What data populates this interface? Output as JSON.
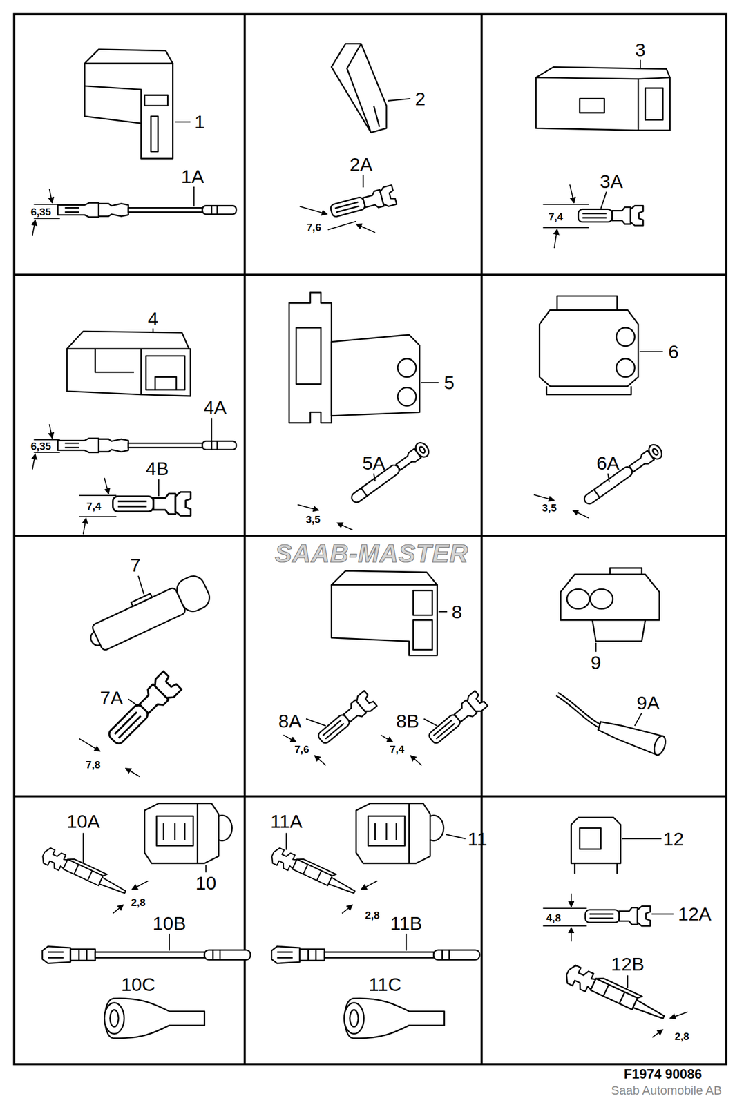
{
  "diagram": {
    "labels": [
      "1",
      "1A",
      "6,35",
      "2",
      "2A",
      "7,6",
      "3",
      "3A",
      "7,4",
      "4",
      "4A",
      "6,35",
      "4B",
      "7,4",
      "5",
      "5A",
      "3,5",
      "6",
      "6A",
      "3,5",
      "SAAB-MASTER",
      "7",
      "7A",
      "7,8",
      "8",
      "8A",
      "8B",
      "7,6",
      "7,4",
      "9",
      "9A",
      "10A",
      "10",
      "2,8",
      "10B",
      "10C",
      "11A",
      "11",
      "2,8",
      "11B",
      "11C",
      "12",
      "4,8",
      "12A",
      "12B",
      "2,8",
      "F1974 90086",
      "Saab Automobile AB"
    ]
  }
}
